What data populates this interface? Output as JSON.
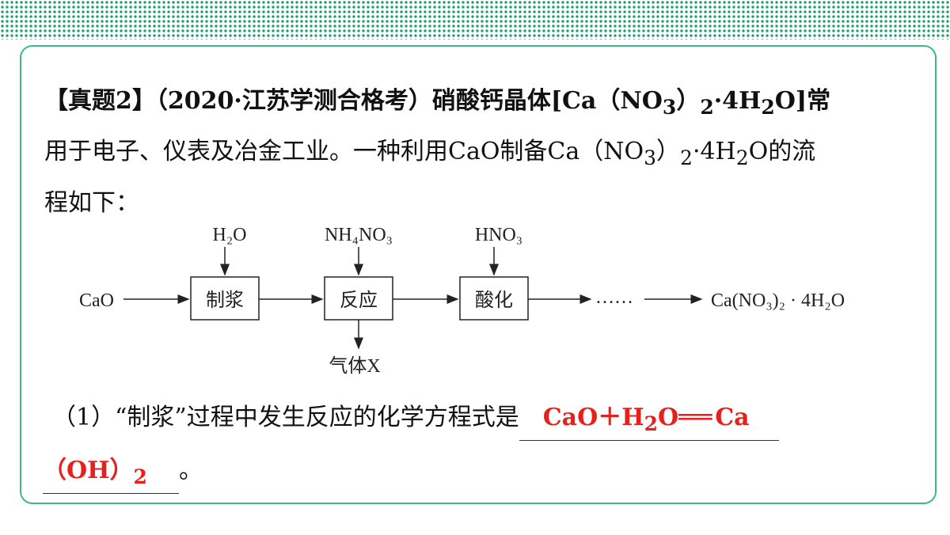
{
  "question": {
    "tag": "【真题2】",
    "source": "（2020·江苏学测合格考）",
    "line1_text_a": "硝酸钙晶体[Ca（NO",
    "line1_sub3": "3",
    "line1_text_b": "）",
    "line1_sub2": "2",
    "line1_text_c": "·4H",
    "line1_subh": "2",
    "line1_text_d": "O]常",
    "line2_text_a": "用于电子、仪表及冶金工业。一种利用CaO制备Ca（NO",
    "line2_sub3": "3",
    "line2_text_b": "）",
    "line2_sub2": "2",
    "line2_text_c": "·4H",
    "line2_subh": "2",
    "line2_text_d": "O的流",
    "line3": "程如下："
  },
  "flow": {
    "start": "CaO",
    "box1": "制浆",
    "box2": "反应",
    "box3": "酸化",
    "input1": "H₂O",
    "input2": "NH₄NO₃",
    "input3": "HNO₃",
    "output_gas": "气体X",
    "dots": "……",
    "product": "Ca(NO₃)₂ · 4H₂O"
  },
  "part1": {
    "prompt": "（1）“制浆”过程中发生反应的化学方程式是",
    "answer_a": "CaO＋H",
    "answer_sub": "2",
    "answer_b": "O",
    "answer_c": "Ca",
    "answer_line2": "（OH）",
    "answer_line2_sub": "2",
    "end": "。"
  },
  "colors": {
    "accent": "#3cb88a",
    "dots": "#1aa06e",
    "answer": "#e8201c"
  }
}
